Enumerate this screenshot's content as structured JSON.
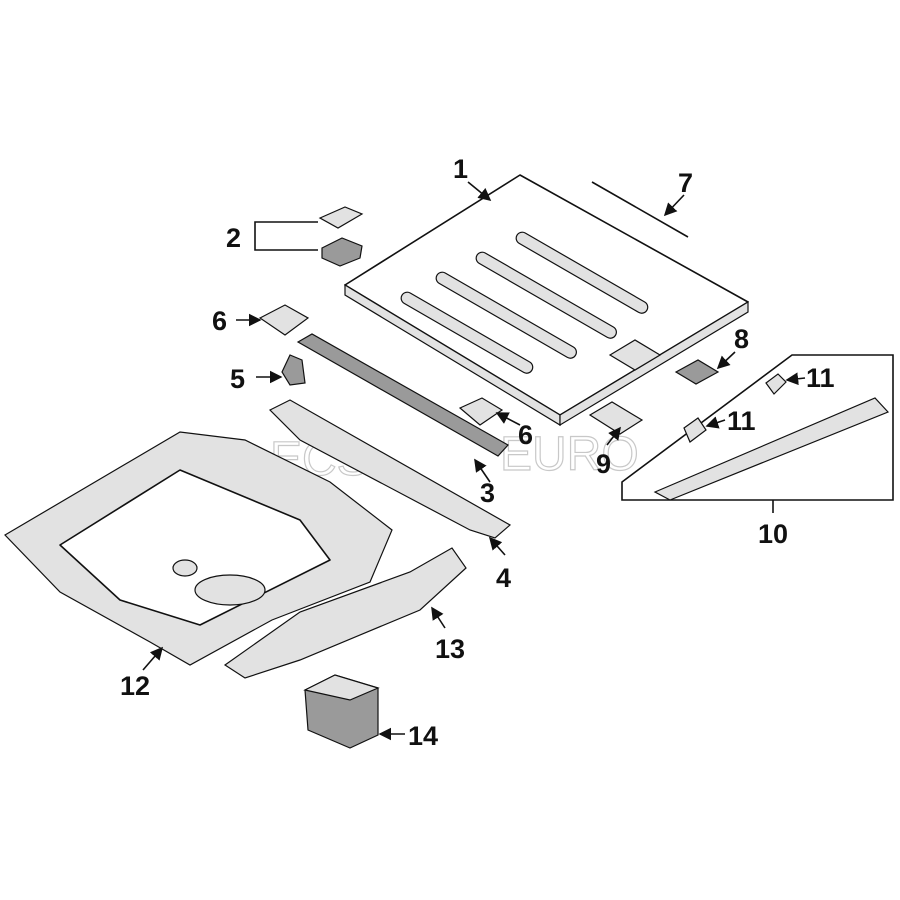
{
  "diagram": {
    "watermark": "ECS EURO",
    "callouts": {
      "c1": "1",
      "c2": "2",
      "c3": "3",
      "c4": "4",
      "c5": "5",
      "c6a": "6",
      "c6b": "6",
      "c7": "7",
      "c8": "8",
      "c9": "9",
      "c10": "10",
      "c11a": "11",
      "c11b": "11",
      "c12": "12",
      "c13": "13",
      "c14": "14"
    }
  }
}
